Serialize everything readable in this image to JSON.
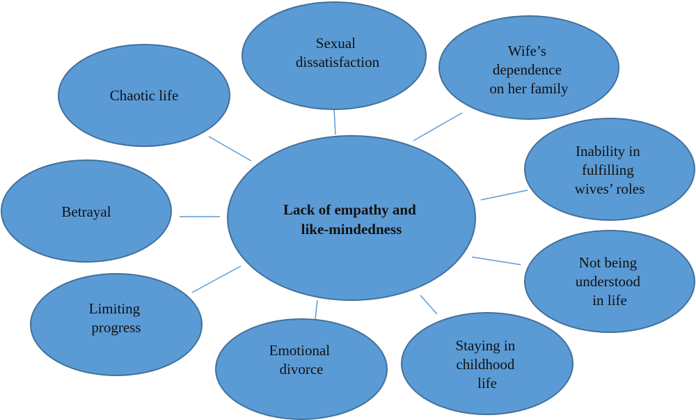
{
  "diagram": {
    "center": {
      "lines": [
        "Lack of empathy and",
        "like-mindedness"
      ]
    },
    "nodes": [
      {
        "id": "sexual-dissatisfaction",
        "lines": [
          "Sexual",
          "dissatisfaction"
        ]
      },
      {
        "id": "wife-dependence",
        "lines": [
          "Wife’s",
          "dependence",
          "on her family"
        ]
      },
      {
        "id": "inability-wives-roles",
        "lines": [
          "Inability in",
          "fulfilling",
          "wives’ roles"
        ]
      },
      {
        "id": "not-understood",
        "lines": [
          "Not being",
          "understood",
          "in life"
        ]
      },
      {
        "id": "staying-childhood",
        "lines": [
          "Staying in",
          "childhood",
          "life"
        ]
      },
      {
        "id": "emotional-divorce",
        "lines": [
          "Emotional",
          "divorce"
        ]
      },
      {
        "id": "limiting-progress",
        "lines": [
          "Limiting",
          "progress"
        ]
      },
      {
        "id": "betrayal",
        "lines": [
          "Betrayal"
        ]
      },
      {
        "id": "chaotic-life",
        "lines": [
          "Chaotic life"
        ]
      }
    ]
  }
}
